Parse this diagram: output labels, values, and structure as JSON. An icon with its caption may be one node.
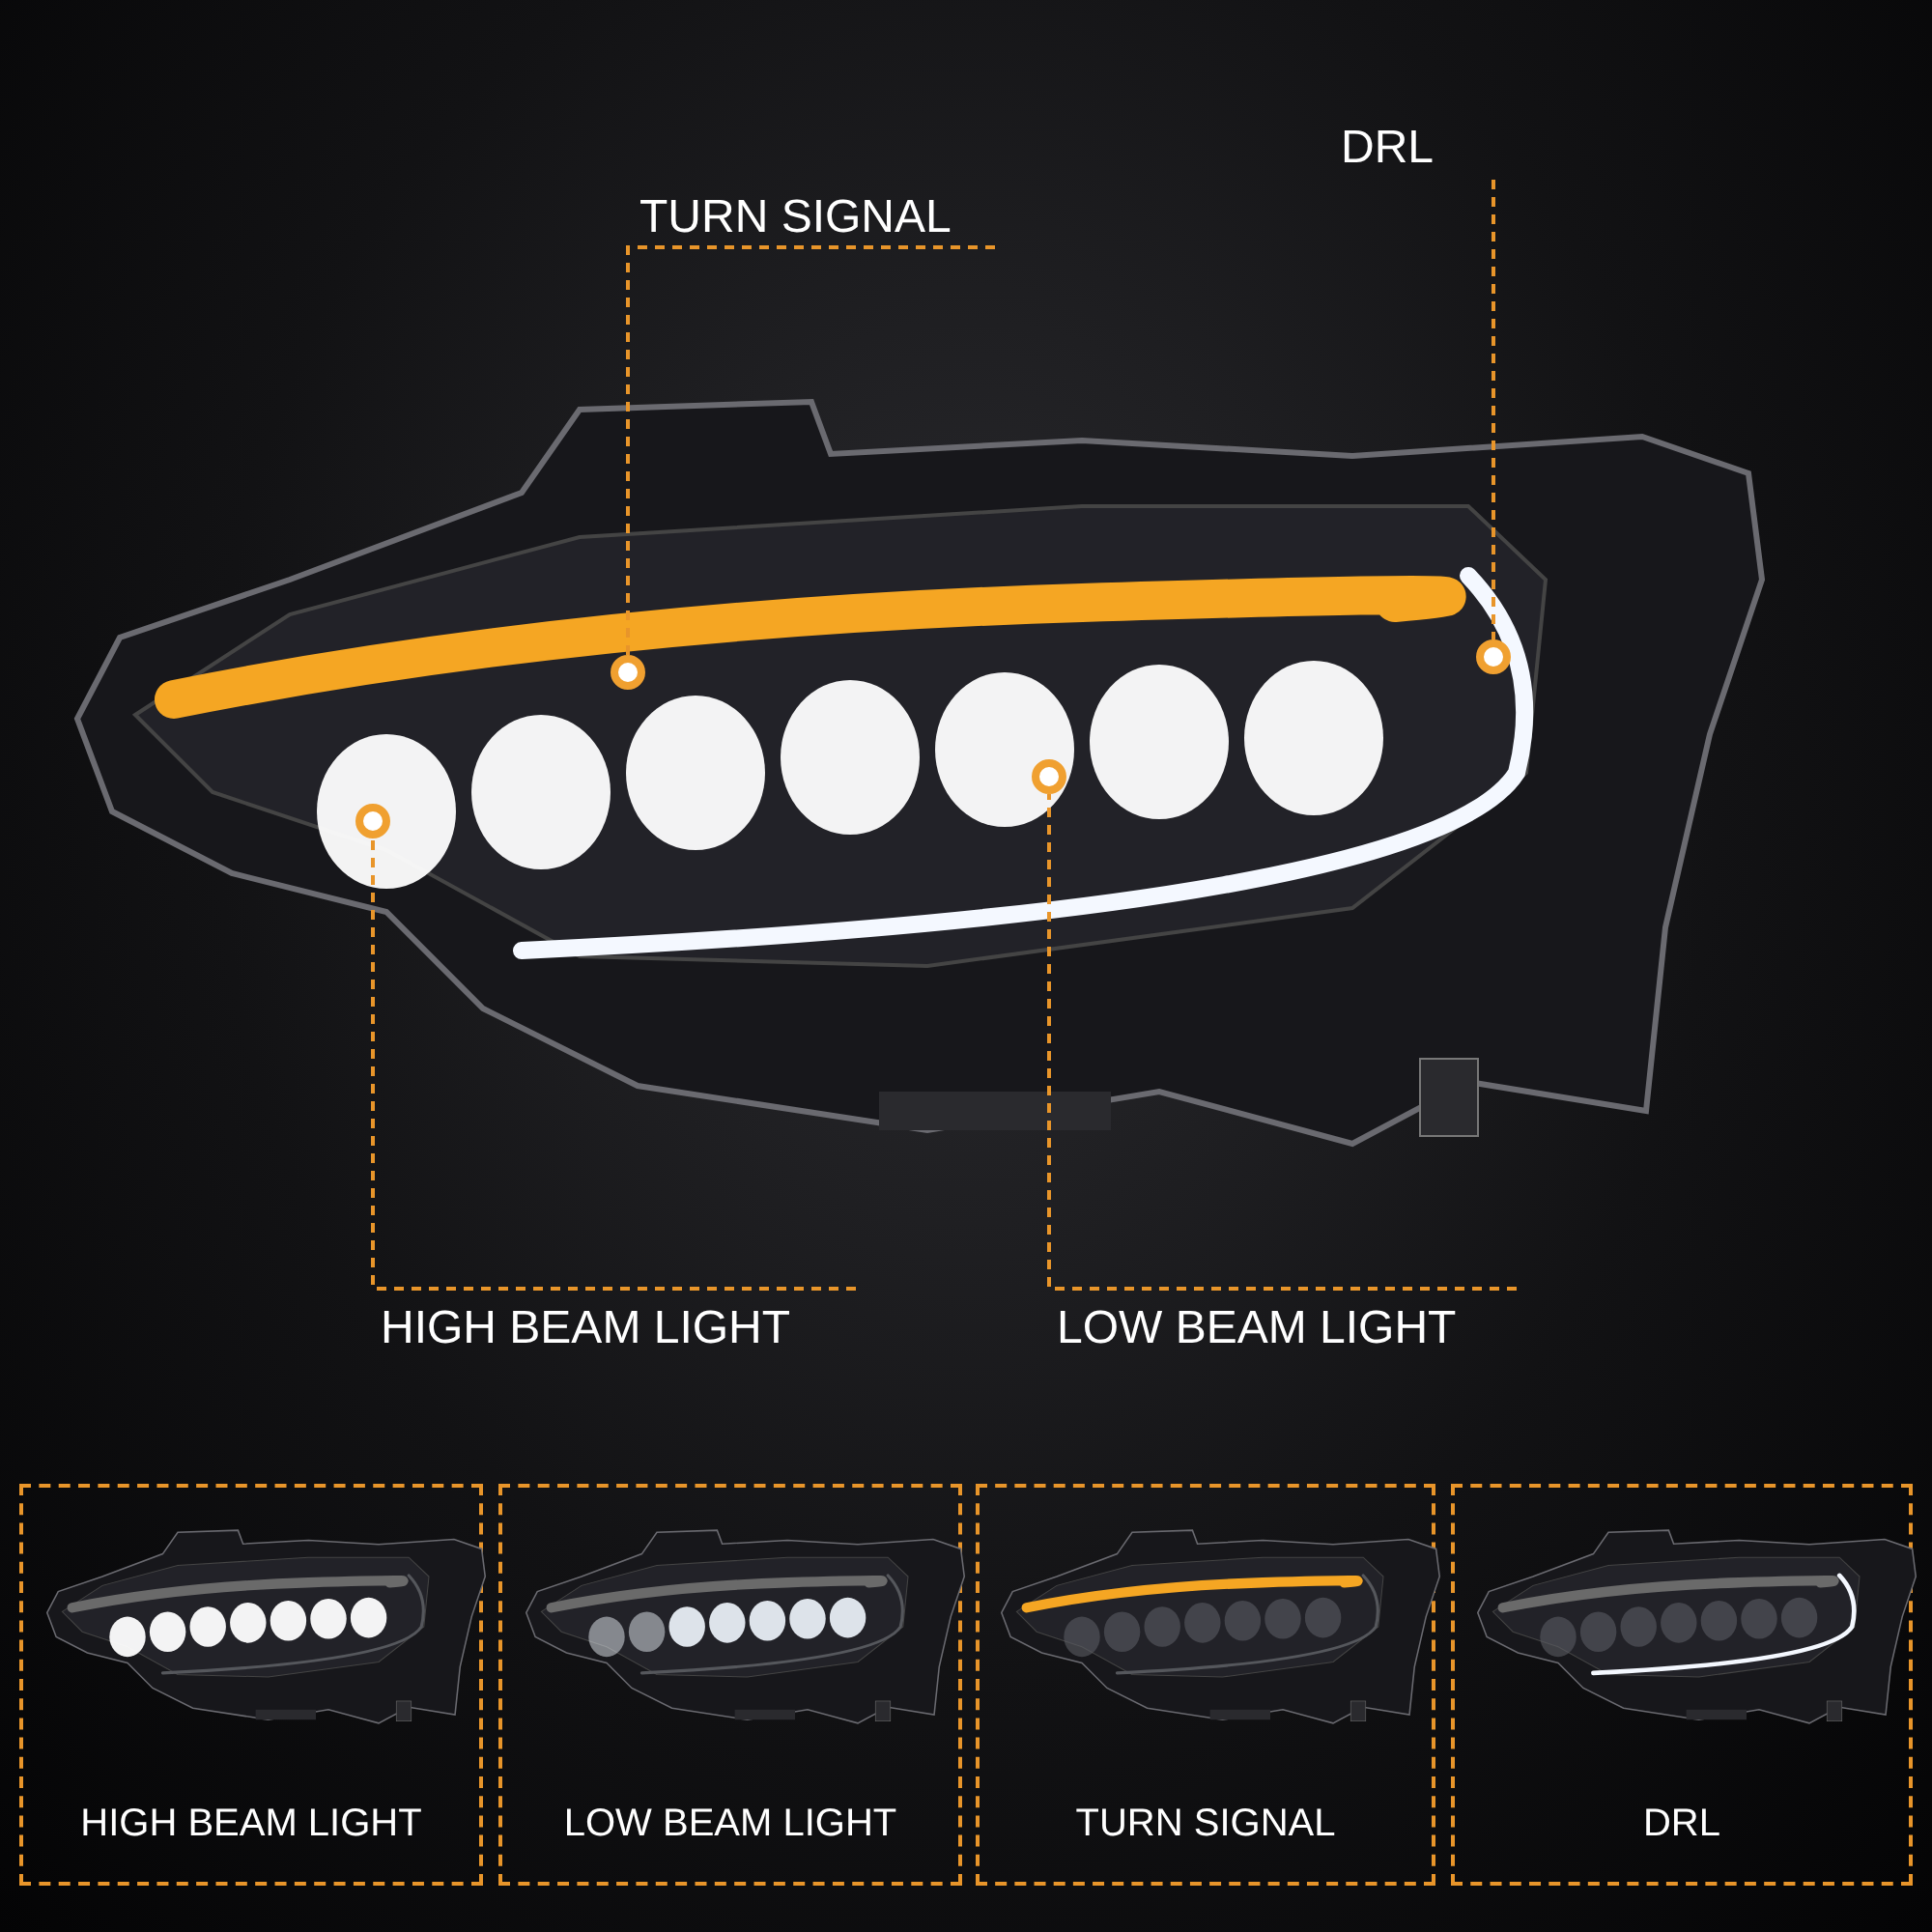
{
  "diagram": {
    "nodes": [
      {
        "text": [
          "TURN SIGNAL"
        ]
      },
      {
        "text": [
          "DRL"
        ]
      },
      {
        "text": [
          "HIGH BEAM LIGHT"
        ]
      },
      {
        "text": [
          "LOW BEAM LIGHT"
        ]
      },
      {
        "text": [],
        "shape": "circle"
      },
      {
        "text": [],
        "shape": "circle"
      },
      {
        "text": [],
        "shape": "circle"
      },
      {
        "text": [],
        "shape": "circle"
      },
      {
        "text": [
          "HIGH BEAM LIGHT"
        ]
      },
      {
        "text": [
          "LOW BEAM LIGHT"
        ]
      },
      {
        "text": [
          "TURN SIGNAL"
        ]
      },
      {
        "text": [
          "DRL"
        ]
      }
    ],
    "edges": [
      {
        "from": 0,
        "to": 4,
        "arrow": "none",
        "style": "dashed"
      },
      {
        "from": 1,
        "to": 5,
        "arrow": "none",
        "style": "dashed"
      },
      {
        "from": 2,
        "to": 6,
        "arrow": "none",
        "style": "dashed"
      },
      {
        "from": 3,
        "to": 7,
        "arrow": "none",
        "style": "dashed"
      }
    ]
  }
}
